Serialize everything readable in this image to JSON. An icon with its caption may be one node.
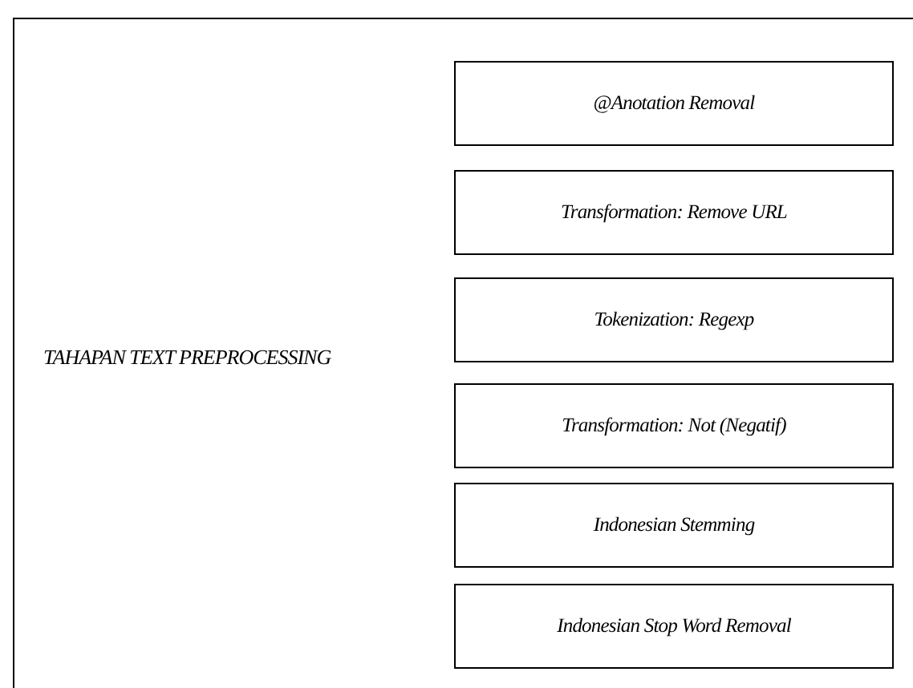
{
  "diagram": {
    "nodes": [
      {
        "text": [
          "TAHAPAN TEXT PREPROCESSING"
        ]
      },
      {
        "text": [
          "@Anotation Removal"
        ],
        "in": 0
      },
      {
        "text": [
          "Transformation: Remove URL"
        ],
        "in": 0
      },
      {
        "text": [
          "Tokenization: Regexp"
        ],
        "in": 0
      },
      {
        "text": [
          "Transformation: Not (Negatif)"
        ],
        "in": 0
      },
      {
        "text": [
          "Indonesian Stemming"
        ],
        "in": 0
      },
      {
        "text": [
          "Indonesian Stop Word Removal"
        ],
        "in": 0
      }
    ]
  }
}
